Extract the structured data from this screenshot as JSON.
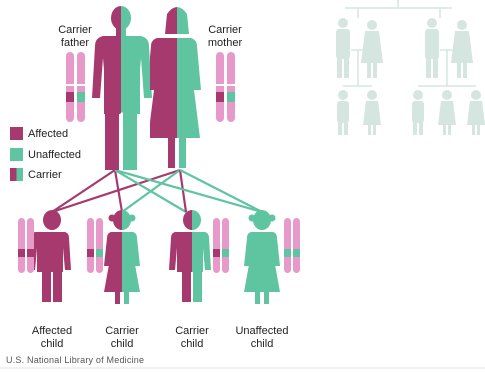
{
  "parents": {
    "father": {
      "label_line1": "Carrier",
      "label_line2": "father"
    },
    "mother": {
      "label_line1": "Carrier",
      "label_line2": "mother"
    }
  },
  "legend": [
    {
      "label": "Affected",
      "color": "#a63a6e"
    },
    {
      "label": "Unaffected",
      "color": "#5fc4a0"
    },
    {
      "label": "Carrier",
      "color": "#a63a6e",
      "color2": "#5fc4a0"
    }
  ],
  "children": [
    {
      "line1": "Affected",
      "line2": "child",
      "status": "affected"
    },
    {
      "line1": "Carrier",
      "line2": "child",
      "status": "carrier"
    },
    {
      "line1": "Carrier",
      "line2": "child",
      "status": "carrier"
    },
    {
      "line1": "Unaffected",
      "line2": "child",
      "status": "unaffected"
    }
  ],
  "credit": "U.S. National Library of Medicine",
  "colors": {
    "affected": "#a63a6e",
    "unaffected": "#5fc4a0",
    "chromosome": "#e79ac9",
    "faded": "#d5e6e1"
  }
}
